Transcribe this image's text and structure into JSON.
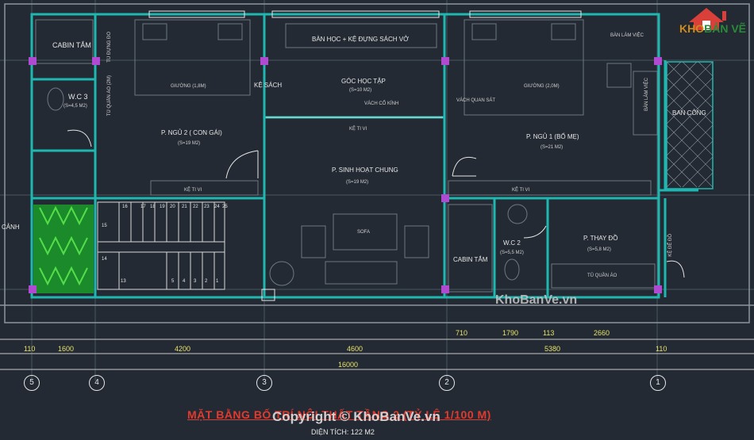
{
  "rooms": {
    "cabin_tam_top": "CABIN TẮM",
    "tu_dung_do": "TỦ ĐỰNG ĐỒ",
    "wc3": "W.C 3",
    "wc3_area": "(S=4,5 M2)",
    "tu_quan_ao_left": "TỦ QUẦN ÁO (2M)",
    "giuong_1": "GIƯỜNG (1,8M)",
    "ke_sach": "KỆ SÁCH",
    "ban_hoc": "BÀN HỌC + KỆ ĐỰNG SÁCH VỞ",
    "goc_hoc_tap": "GÓC HỌC TẬP",
    "goc_hoc_tap_area": "(S=10 M2)",
    "vach_kinh": "VÁCH CỔ KÍNH",
    "ngu2": "P. NGỦ 2 ( CON GÁI)",
    "ngu2_area": "(S=19 M2)",
    "ke_tivi_top": "KỆ TI VI",
    "sinh_hoat": "P. SINH HOẠT CHUNG",
    "sinh_hoat_area": "(S=19 M2)",
    "ke_tivi_left": "KỆ TI VI",
    "ban_lam_viec_top": "BÀN LÀM VIỆC",
    "giuong_2": "GIƯỜNG (2,0M)",
    "vach_quan_sat": "VÁCH QUAN SÁT",
    "ban_lam_viec_side": "BÀN LÀM VIỆC",
    "ban_cong": "BAN CÔNG",
    "ngu1": "P. NGỦ 1 (BỐ MẸ)",
    "ngu1_area": "(S=21 M2)",
    "ke_tivi_right": "KỆ TI VI",
    "canh": "CẢNH",
    "sofa": "SOFA",
    "cabin_tam_bottom": "CABIN TẮM",
    "wc2": "W.C 2",
    "wc2_area": "(S=5,5 M2)",
    "thay_do": "P. THAY ĐỒ",
    "thay_do_area": "(S=5,8 M2)",
    "tu_quan_ao_right": "TỦ QUẦN ÁO",
    "ke_de_do": "KỆ ĐỂ ĐỒ"
  },
  "stair_numbers": {
    "top": [
      "16",
      "17",
      "18",
      "19",
      "20",
      "21",
      "22",
      "23",
      "24",
      "25"
    ],
    "left": [
      "15",
      "14",
      "13"
    ],
    "bottom": [
      "5",
      "4",
      "3",
      "2",
      "1"
    ]
  },
  "dimensions": {
    "upper": [
      "710",
      "1790",
      "113",
      "2660"
    ],
    "middle": [
      "110",
      "1600",
      "4200",
      "4600",
      "5380",
      "110"
    ],
    "total": "16000"
  },
  "axis_bubbles": [
    "5",
    "4",
    "3",
    "2",
    "1"
  ],
  "title": "MẶT BẰNG BỐ TRÍ NỘI THẤT TẦNG 2 (TỶ LỆ 1/100 M)",
  "subtitle": "DIỆN TÍCH: 122 M2",
  "watermark_mid": "KhoBanVe.vn",
  "watermark_bottom": "Copyright © KhoBanVe.vn",
  "logo": {
    "prefix": "KHO",
    "suffix": "BẢN VẼ"
  },
  "colors": {
    "background": "#232a33",
    "wall": "#1fb8b0",
    "title": "#e23a2e",
    "column": "#b04ad0"
  }
}
